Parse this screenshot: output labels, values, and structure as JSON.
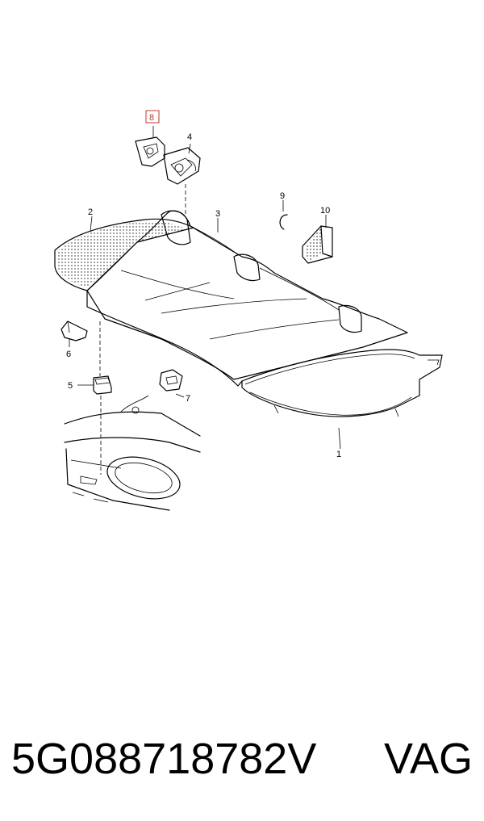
{
  "callouts": {
    "c1": "1",
    "c2": "2",
    "c3": "3",
    "c4": "4",
    "c5": "5",
    "c6": "6",
    "c7": "7",
    "c8": "8",
    "c9": "9",
    "c10": "10"
  },
  "highlighted_callout": "8",
  "highlight_color": "#c0392b",
  "footer": {
    "part_number": "5G088718782V",
    "brand": "VAG"
  }
}
